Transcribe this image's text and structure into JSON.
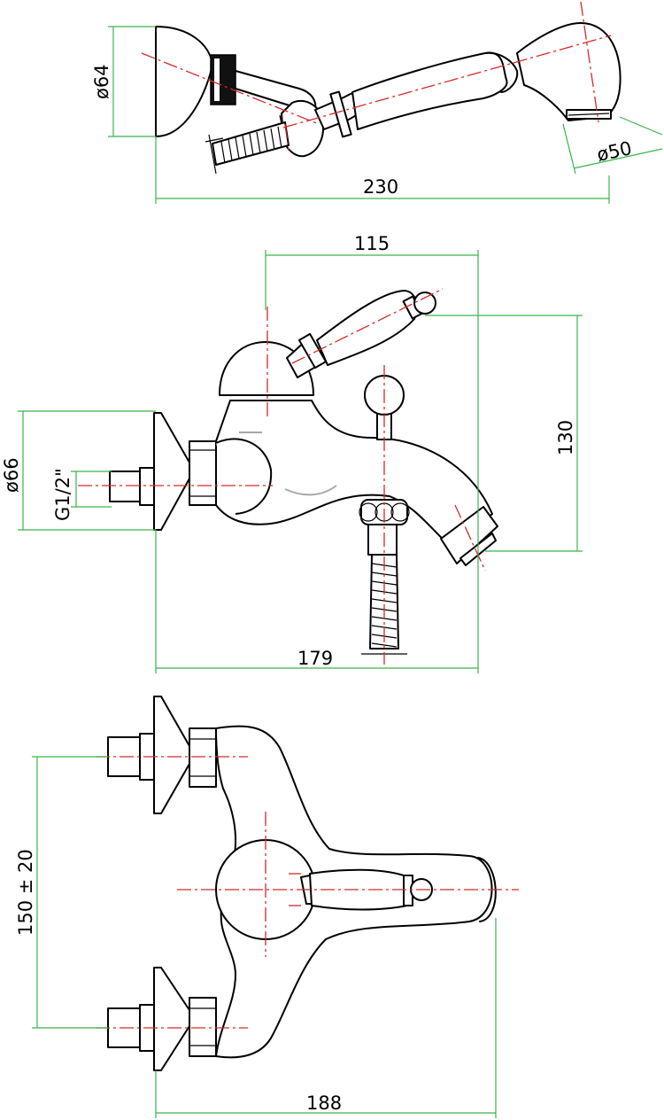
{
  "dimensions": {
    "handshower_head_dia": "ø64",
    "handshower_spray_dia": "ø50",
    "handshower_length": "230",
    "spout_projection": "115",
    "handle_height": "130",
    "flange_dia": "ø66",
    "inlet_thread": "G1/2\"",
    "total_depth": "179",
    "inlet_centres": "150 ± 20",
    "total_width": "188"
  },
  "colors": {
    "outline": "#000000",
    "dimension_line": "#39b54a",
    "center_line": "#d42a2a"
  }
}
